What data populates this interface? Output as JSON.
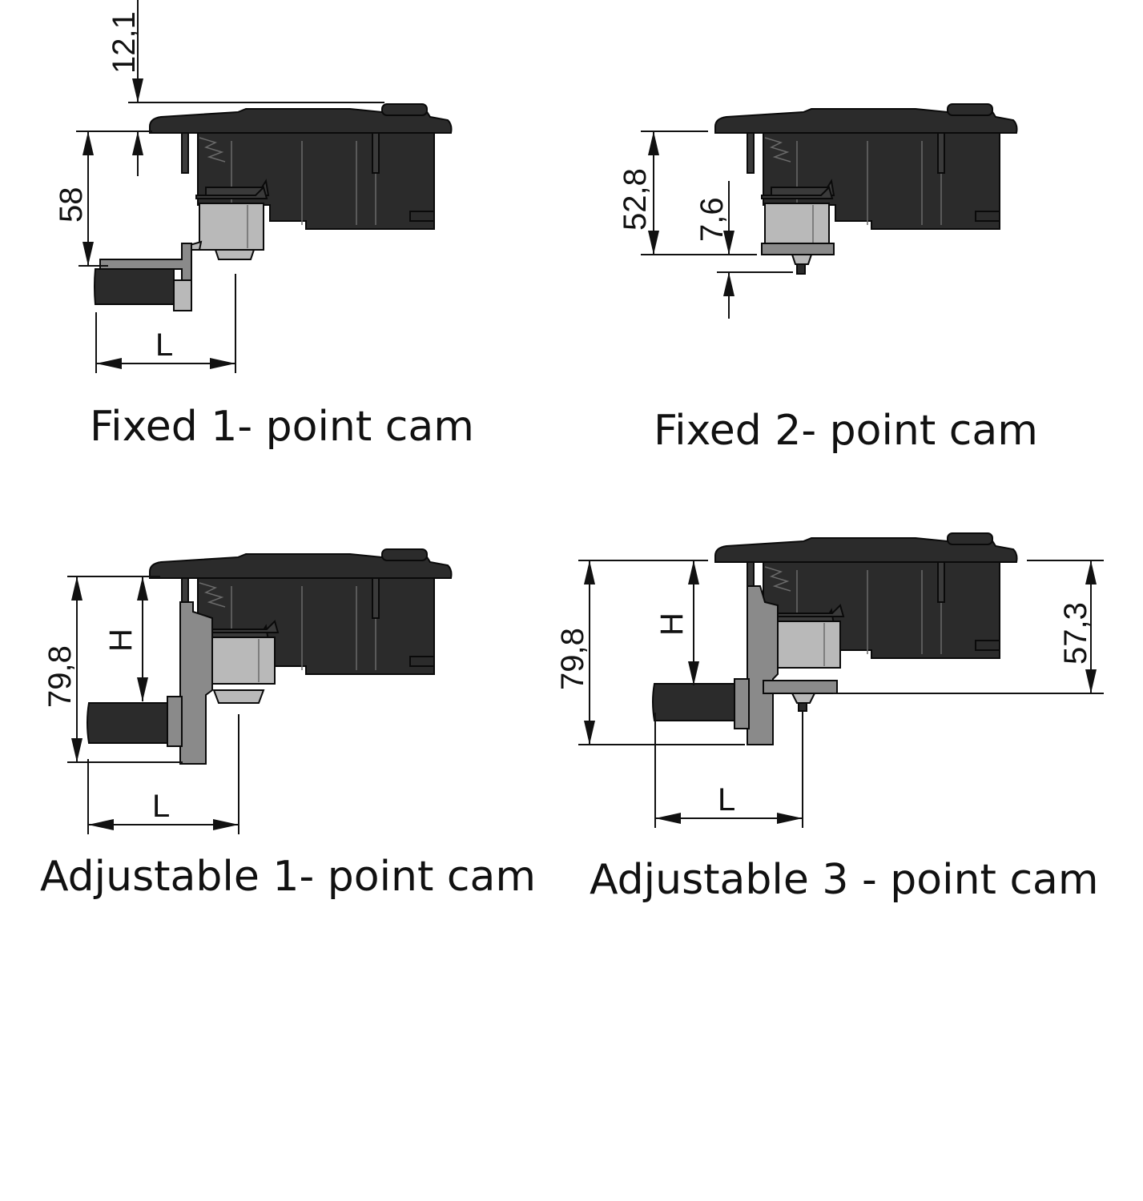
{
  "figures": [
    {
      "caption": "Fixed 1- point cam",
      "dims": {
        "top": "12,1",
        "height": "58",
        "length": "L"
      }
    },
    {
      "caption": "Fixed 2- point cam",
      "dims": {
        "height": "52,8",
        "offset": "7,6"
      }
    },
    {
      "caption": "Adjustable 1- point cam",
      "dims": {
        "height": "79,8",
        "adjust": "H",
        "length": "L"
      }
    },
    {
      "caption": "Adjustable 3 - point cam",
      "dims": {
        "height": "79,8",
        "adjust": "H",
        "right": "57,3",
        "length": "L"
      }
    }
  ],
  "colors": {
    "lock_body": "#2b2b2b",
    "cam": "#8a8a8a",
    "line": "#111111"
  }
}
